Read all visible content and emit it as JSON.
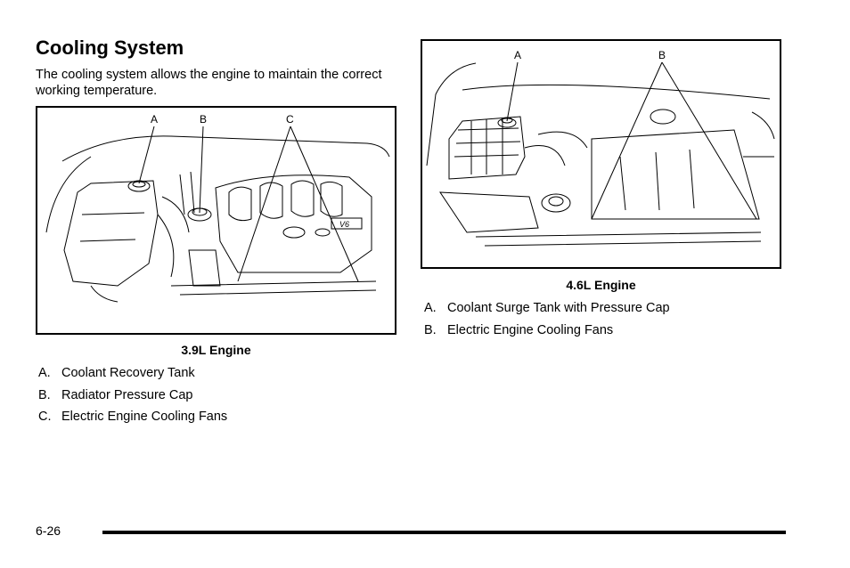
{
  "section": {
    "title": "Cooling System",
    "intro": "The cooling system allows the engine to maintain the correct working temperature."
  },
  "figure_39": {
    "labels": [
      "A",
      "B",
      "C"
    ],
    "caption": "3.9L Engine",
    "badge": "V6",
    "legend": [
      {
        "key": "A.",
        "text": "Coolant Recovery Tank"
      },
      {
        "key": "B.",
        "text": "Radiator Pressure Cap"
      },
      {
        "key": "C.",
        "text": "Electric Engine Cooling Fans"
      }
    ]
  },
  "figure_46": {
    "labels": [
      "A",
      "B"
    ],
    "caption": "4.6L Engine",
    "legend": [
      {
        "key": "A.",
        "text": "Coolant Surge Tank with Pressure Cap"
      },
      {
        "key": "B.",
        "text": "Electric Engine Cooling Fans"
      }
    ]
  },
  "footer": {
    "page_number": "6-26"
  }
}
